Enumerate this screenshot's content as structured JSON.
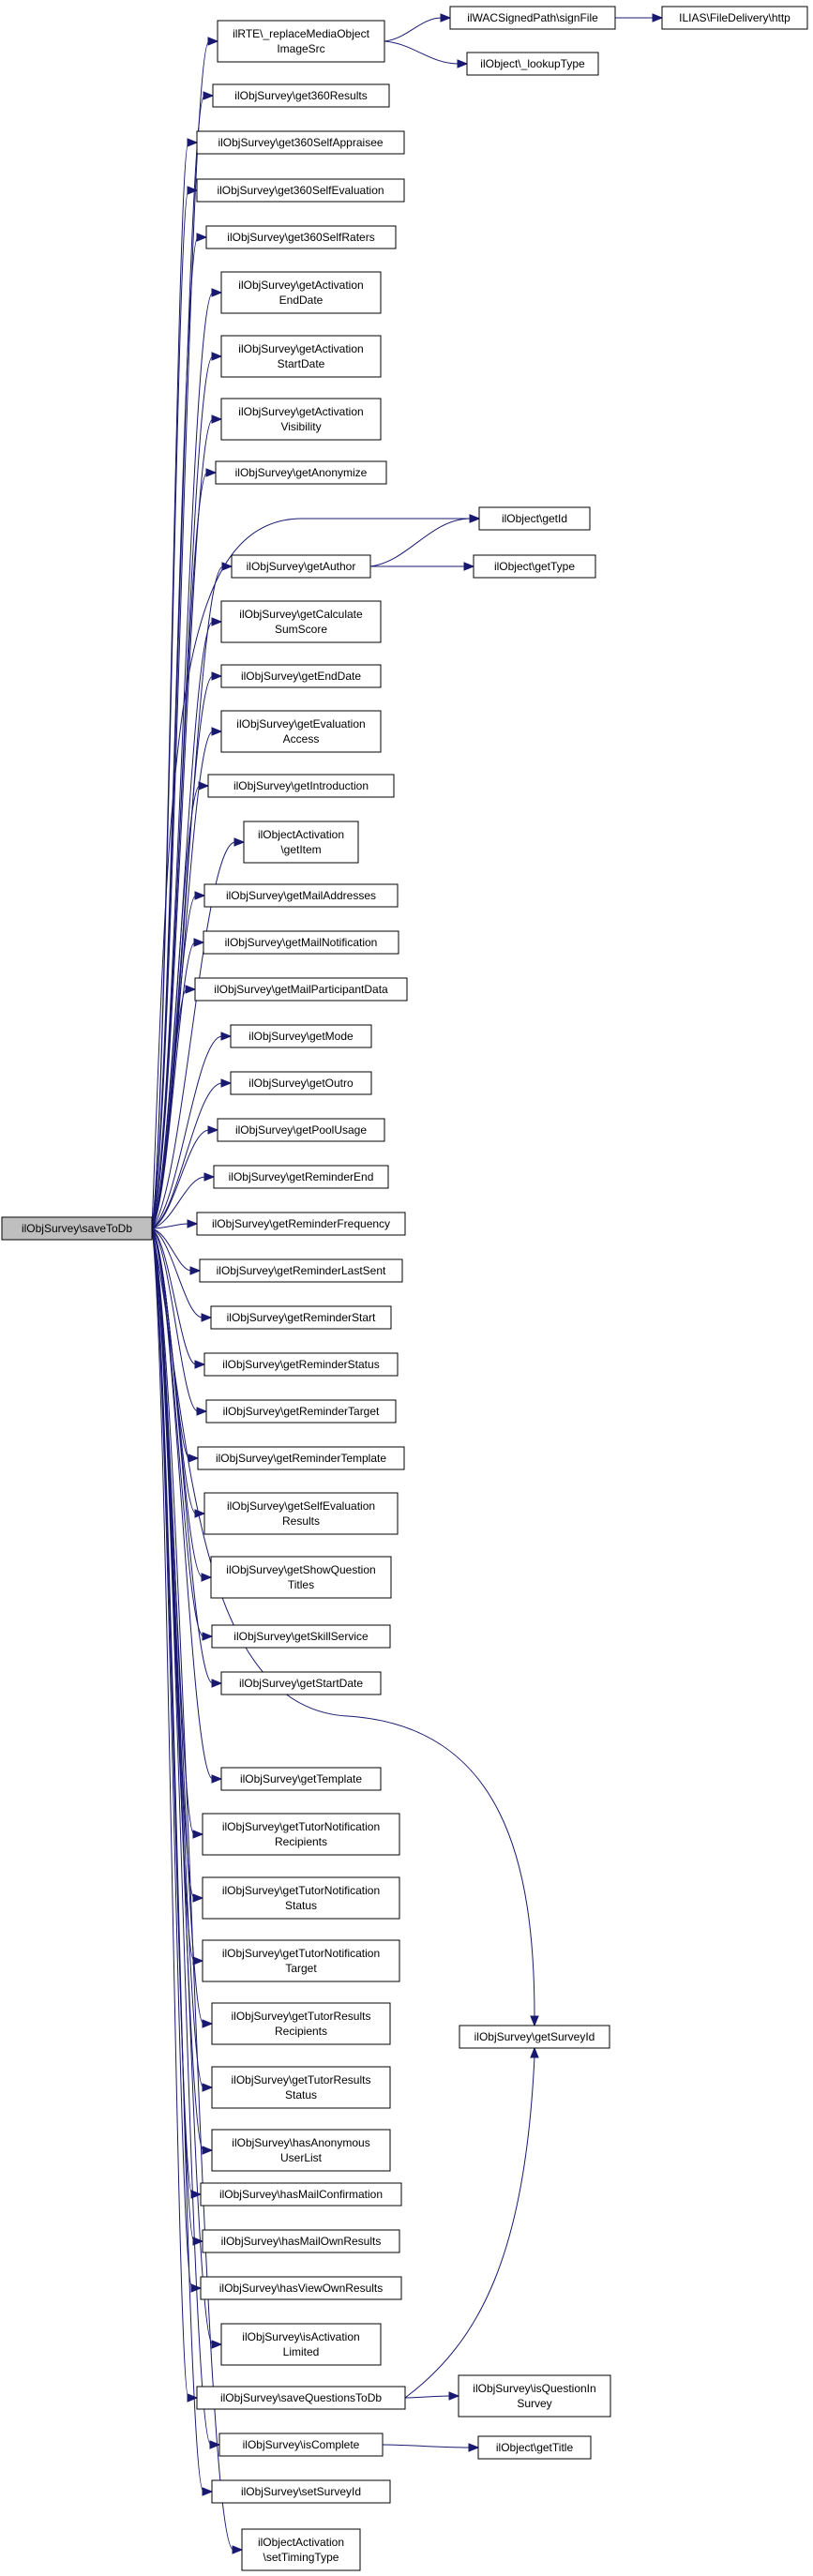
{
  "graph": {
    "root": {
      "id": "root",
      "label": [
        "ilObjSurvey\\saveToDb"
      ]
    },
    "nodes": [
      {
        "id": "n_rte",
        "label": [
          "ilRTE\\_replaceMediaObject",
          "ImageSrc"
        ]
      },
      {
        "id": "n_wac",
        "label": [
          "ilWACSignedPath\\signFile"
        ]
      },
      {
        "id": "n_http",
        "label": [
          "ILIAS\\FileDelivery\\http"
        ]
      },
      {
        "id": "n_lookup",
        "label": [
          "ilObject\\_lookupType"
        ]
      },
      {
        "id": "n_360res",
        "label": [
          "ilObjSurvey\\get360Results"
        ]
      },
      {
        "id": "n_360app",
        "label": [
          "ilObjSurvey\\get360SelfAppraisee"
        ]
      },
      {
        "id": "n_360eval",
        "label": [
          "ilObjSurvey\\get360SelfEvaluation"
        ]
      },
      {
        "id": "n_360rat",
        "label": [
          "ilObjSurvey\\get360SelfRaters"
        ]
      },
      {
        "id": "n_actend",
        "label": [
          "ilObjSurvey\\getActivation",
          "EndDate"
        ]
      },
      {
        "id": "n_actstart",
        "label": [
          "ilObjSurvey\\getActivation",
          "StartDate"
        ]
      },
      {
        "id": "n_actvis",
        "label": [
          "ilObjSurvey\\getActivation",
          "Visibility"
        ]
      },
      {
        "id": "n_anon",
        "label": [
          "ilObjSurvey\\getAnonymize"
        ]
      },
      {
        "id": "n_getid",
        "label": [
          "ilObject\\getId"
        ]
      },
      {
        "id": "n_author",
        "label": [
          "ilObjSurvey\\getAuthor"
        ]
      },
      {
        "id": "n_gettype",
        "label": [
          "ilObject\\getType"
        ]
      },
      {
        "id": "n_calc",
        "label": [
          "ilObjSurvey\\getCalculate",
          "SumScore"
        ]
      },
      {
        "id": "n_enddate",
        "label": [
          "ilObjSurvey\\getEndDate"
        ]
      },
      {
        "id": "n_evalacc",
        "label": [
          "ilObjSurvey\\getEvaluation",
          "Access"
        ]
      },
      {
        "id": "n_intro",
        "label": [
          "ilObjSurvey\\getIntroduction"
        ]
      },
      {
        "id": "n_getitem",
        "label": [
          "ilObjectActivation",
          "\\getItem"
        ]
      },
      {
        "id": "n_mailaddr",
        "label": [
          "ilObjSurvey\\getMailAddresses"
        ]
      },
      {
        "id": "n_mailnot",
        "label": [
          "ilObjSurvey\\getMailNotification"
        ]
      },
      {
        "id": "n_mailpart",
        "label": [
          "ilObjSurvey\\getMailParticipantData"
        ]
      },
      {
        "id": "n_mode",
        "label": [
          "ilObjSurvey\\getMode"
        ]
      },
      {
        "id": "n_outro",
        "label": [
          "ilObjSurvey\\getOutro"
        ]
      },
      {
        "id": "n_pool",
        "label": [
          "ilObjSurvey\\getPoolUsage"
        ]
      },
      {
        "id": "n_remend",
        "label": [
          "ilObjSurvey\\getReminderEnd"
        ]
      },
      {
        "id": "n_remfreq",
        "label": [
          "ilObjSurvey\\getReminderFrequency"
        ]
      },
      {
        "id": "n_remlast",
        "label": [
          "ilObjSurvey\\getReminderLastSent"
        ]
      },
      {
        "id": "n_remstart",
        "label": [
          "ilObjSurvey\\getReminderStart"
        ]
      },
      {
        "id": "n_remstat",
        "label": [
          "ilObjSurvey\\getReminderStatus"
        ]
      },
      {
        "id": "n_remtarg",
        "label": [
          "ilObjSurvey\\getReminderTarget"
        ]
      },
      {
        "id": "n_remtmpl",
        "label": [
          "ilObjSurvey\\getReminderTemplate"
        ]
      },
      {
        "id": "n_selfeval",
        "label": [
          "ilObjSurvey\\getSelfEvaluation",
          "Results"
        ]
      },
      {
        "id": "n_showq",
        "label": [
          "ilObjSurvey\\getShowQuestion",
          "Titles"
        ]
      },
      {
        "id": "n_skill",
        "label": [
          "ilObjSurvey\\getSkillService"
        ]
      },
      {
        "id": "n_startdate",
        "label": [
          "ilObjSurvey\\getStartDate"
        ]
      },
      {
        "id": "n_survid",
        "label": [
          "ilObjSurvey\\getSurveyId"
        ]
      },
      {
        "id": "n_tmpl",
        "label": [
          "ilObjSurvey\\getTemplate"
        ]
      },
      {
        "id": "n_tutrec",
        "label": [
          "ilObjSurvey\\getTutorNotification",
          "Recipients"
        ]
      },
      {
        "id": "n_tutstat",
        "label": [
          "ilObjSurvey\\getTutorNotification",
          "Status"
        ]
      },
      {
        "id": "n_tuttarg",
        "label": [
          "ilObjSurvey\\getTutorNotification",
          "Target"
        ]
      },
      {
        "id": "n_tutresrec",
        "label": [
          "ilObjSurvey\\getTutorResults",
          "Recipients"
        ]
      },
      {
        "id": "n_tutresstat",
        "label": [
          "ilObjSurvey\\getTutorResults",
          "Status"
        ]
      },
      {
        "id": "n_anonlist",
        "label": [
          "ilObjSurvey\\hasAnonymous",
          "UserList"
        ]
      },
      {
        "id": "n_mailconf",
        "label": [
          "ilObjSurvey\\hasMailConfirmation"
        ]
      },
      {
        "id": "n_mailown",
        "label": [
          "ilObjSurvey\\hasMailOwnResults"
        ]
      },
      {
        "id": "n_viewown",
        "label": [
          "ilObjSurvey\\hasViewOwnResults"
        ]
      },
      {
        "id": "n_actlim",
        "label": [
          "ilObjSurvey\\isActivation",
          "Limited"
        ]
      },
      {
        "id": "n_saveq",
        "label": [
          "ilObjSurvey\\saveQuestionsToDb"
        ]
      },
      {
        "id": "n_isq",
        "label": [
          "ilObjSurvey\\isQuestionIn",
          "Survey"
        ]
      },
      {
        "id": "n_complete",
        "label": [
          "ilObjSurvey\\isComplete"
        ]
      },
      {
        "id": "n_title",
        "label": [
          "ilObject\\getTitle"
        ]
      },
      {
        "id": "n_setsurv",
        "label": [
          "ilObjSurvey\\setSurveyId"
        ]
      },
      {
        "id": "n_settiming",
        "label": [
          "ilObjectActivation",
          "\\setTimingType"
        ]
      }
    ],
    "edges": [
      [
        "root",
        "n_rte"
      ],
      [
        "n_rte",
        "n_wac"
      ],
      [
        "n_wac",
        "n_http"
      ],
      [
        "n_rte",
        "n_lookup"
      ],
      [
        "root",
        "n_360res"
      ],
      [
        "root",
        "n_360app"
      ],
      [
        "root",
        "n_360eval"
      ],
      [
        "root",
        "n_360rat"
      ],
      [
        "root",
        "n_actend"
      ],
      [
        "root",
        "n_actstart"
      ],
      [
        "root",
        "n_actvis"
      ],
      [
        "root",
        "n_anon"
      ],
      [
        "root",
        "n_getid"
      ],
      [
        "root",
        "n_author"
      ],
      [
        "n_author",
        "n_getid"
      ],
      [
        "n_author",
        "n_gettype"
      ],
      [
        "root",
        "n_calc"
      ],
      [
        "root",
        "n_enddate"
      ],
      [
        "root",
        "n_evalacc"
      ],
      [
        "root",
        "n_intro"
      ],
      [
        "root",
        "n_getitem"
      ],
      [
        "root",
        "n_mailaddr"
      ],
      [
        "root",
        "n_mailnot"
      ],
      [
        "root",
        "n_mailpart"
      ],
      [
        "root",
        "n_mode"
      ],
      [
        "root",
        "n_outro"
      ],
      [
        "root",
        "n_pool"
      ],
      [
        "root",
        "n_remend"
      ],
      [
        "root",
        "n_remfreq"
      ],
      [
        "root",
        "n_remlast"
      ],
      [
        "root",
        "n_remstart"
      ],
      [
        "root",
        "n_remstat"
      ],
      [
        "root",
        "n_remtarg"
      ],
      [
        "root",
        "n_remtmpl"
      ],
      [
        "root",
        "n_selfeval"
      ],
      [
        "root",
        "n_showq"
      ],
      [
        "root",
        "n_skill"
      ],
      [
        "root",
        "n_startdate"
      ],
      [
        "root",
        "n_survid"
      ],
      [
        "root",
        "n_tmpl"
      ],
      [
        "root",
        "n_tutrec"
      ],
      [
        "root",
        "n_tutstat"
      ],
      [
        "root",
        "n_tuttarg"
      ],
      [
        "root",
        "n_tutresrec"
      ],
      [
        "root",
        "n_tutresstat"
      ],
      [
        "root",
        "n_anonlist"
      ],
      [
        "root",
        "n_mailconf"
      ],
      [
        "root",
        "n_mailown"
      ],
      [
        "root",
        "n_viewown"
      ],
      [
        "root",
        "n_actlim"
      ],
      [
        "root",
        "n_saveq"
      ],
      [
        "n_saveq",
        "n_survid"
      ],
      [
        "n_saveq",
        "n_isq"
      ],
      [
        "root",
        "n_complete"
      ],
      [
        "n_complete",
        "n_title"
      ],
      [
        "root",
        "n_setsurv"
      ],
      [
        "root",
        "n_settiming"
      ]
    ],
    "colors": {
      "edge": "#191970",
      "node_border": "#000000",
      "root_fill": "#bfbfbf",
      "node_fill": "#ffffff"
    }
  }
}
